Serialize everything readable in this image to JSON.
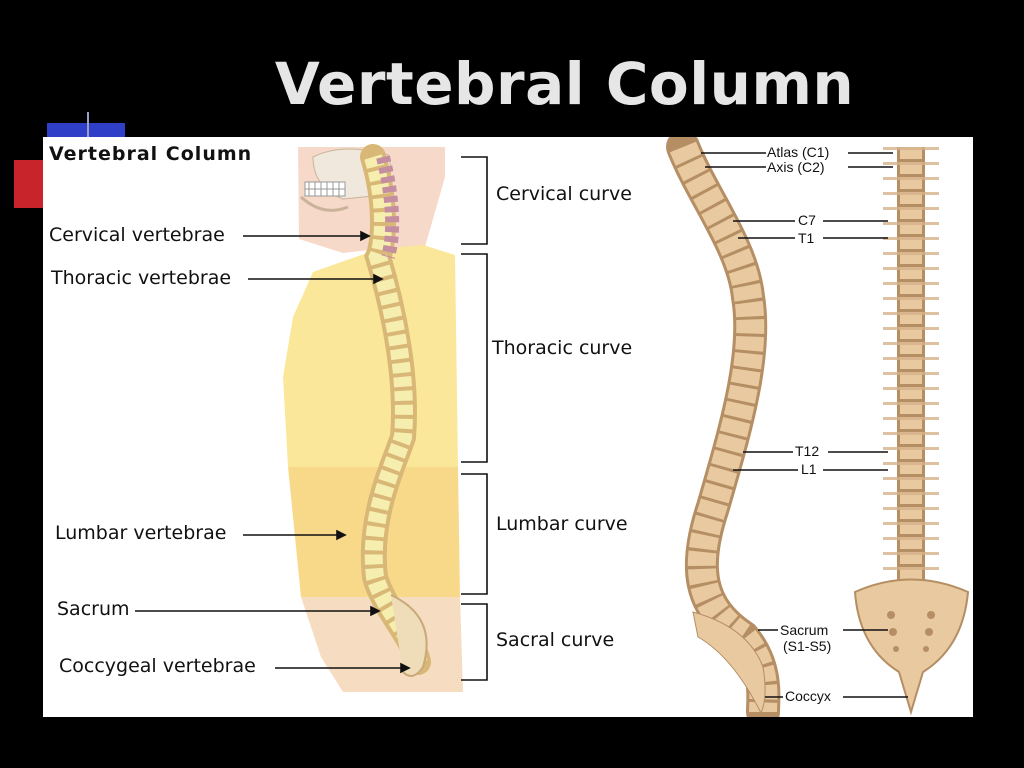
{
  "slide": {
    "title": "Vertebral Column"
  },
  "figure": {
    "title": "Vertebral Column",
    "left_labels": {
      "cervical_vertebrae": "Cervical vertebrae",
      "thoracic_vertebrae": "Thoracic vertebrae",
      "lumbar_vertebrae": "Lumbar vertebrae",
      "sacrum": "Sacrum",
      "coccygeal_vertebrae": "Coccygeal vertebrae"
    },
    "curves": {
      "cervical": "Cervical curve",
      "thoracic": "Thoracic curve",
      "lumbar": "Lumbar curve",
      "sacral": "Sacral curve"
    },
    "right_labels": {
      "atlas": "Atlas (C1)",
      "axis": "Axis (C2)",
      "c7": "C7",
      "t1": "T1",
      "t12": "T12",
      "l1": "L1",
      "sacrum": "Sacrum",
      "sacrum_range": "(S1-S5)",
      "coccyx": "Coccyx"
    }
  },
  "colors": {
    "background": "#000000",
    "title": "#e6e6e6",
    "accent_blue": "#2f3fc8",
    "accent_red": "#c8242c",
    "body_upper": "#fbe79a",
    "body_lower": "#f8d98a",
    "bone": "#e8c9a0",
    "bone_shadow": "#b58e63"
  }
}
